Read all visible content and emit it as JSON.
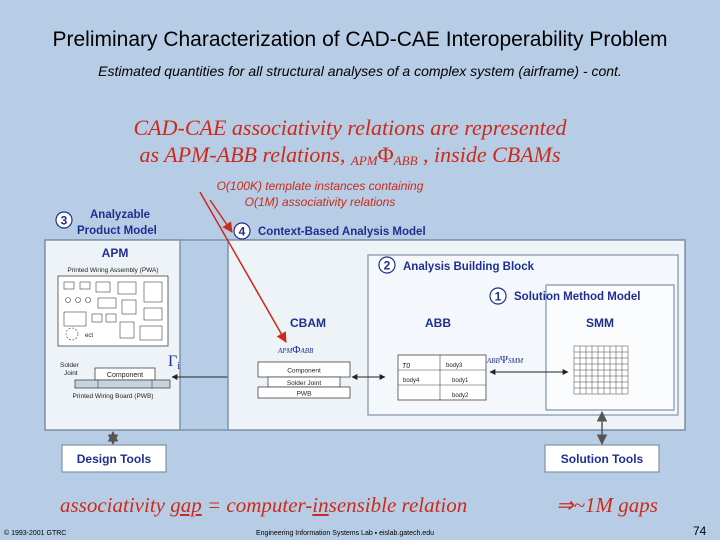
{
  "title": "Preliminary Characterization of CAD-CAE Interoperability Problem",
  "subtitle": "Estimated quantities for all structural analyses of a complex system (airframe) - cont.",
  "headline": {
    "line1": "CAD-CAE associativity relations are represented",
    "line2_prefix": "as APM-ABB relations, ",
    "sub_left": "APM",
    "phi": "Φ",
    "sub_right": "ABB",
    "line2_suffix": " , inside CBAMs"
  },
  "callout": {
    "line1": "O(100K) template instances containing",
    "line2": "O(1M) associativity relations"
  },
  "diagram": {
    "apm_box": {
      "number": "3",
      "title_line1": "Analyzable",
      "title_line2": "Product Model",
      "label": "APM"
    },
    "pwa_label": "Printed Wiring Assembly (PWA)",
    "solder_joint": "Solder\nJoint",
    "component": "Component",
    "pwb_label": "Printed Wiring Board (PWB)",
    "gamma": "Γ",
    "gamma_sub": "i",
    "context_box": {
      "number": "4",
      "title": "Context-Based Analysis Model"
    },
    "abb_box": {
      "number": "2",
      "title": "Analysis Building Block"
    },
    "smm_box": {
      "number": "1",
      "title": "Solution Method Model"
    },
    "cbam_label": "CBAM",
    "abb_label": "ABB",
    "smm_label": "SMM",
    "apm_phi_abb": {
      "left": "APM",
      "phi": "Φ",
      "right": "ABB"
    },
    "abb_psi_smm": {
      "left": "ABB",
      "psi": "Ψ",
      "right": "SMM"
    },
    "mini_component": "Component",
    "mini_solder": "Solder Joint",
    "mini_pwb": "PWB",
    "body1": "body1",
    "body2": "body2",
    "body3": "body3",
    "body4": "body4",
    "t0": "T0",
    "design_tools": "Design Tools",
    "solution_tools": "Solution Tools"
  },
  "footer": {
    "gap_prefix": "associativity ",
    "gap_word": "gap",
    "gap_mid": " = computer-",
    "gap_in": "in",
    "gap_suffix": "sensible relation",
    "arrow_count": "⇒~1M gaps",
    "copyright": "© 1993-2001 GTRC",
    "lab": "Engineering Information Systems Lab  ▪  eislab.gatech.edu",
    "page": "74"
  },
  "colors": {
    "background": "#b7cde6",
    "accent_red": "#cc2a1a",
    "label_blue": "#1f2f8f"
  }
}
